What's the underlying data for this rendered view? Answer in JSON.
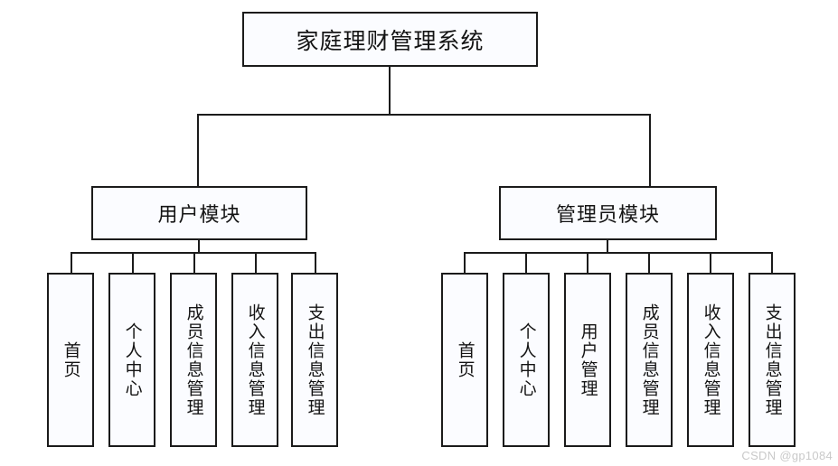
{
  "diagram": {
    "title": "家庭理财管理系统",
    "watermark": "CSDN @gp1084",
    "root": {
      "label": "家庭理财管理系统"
    },
    "modules": [
      {
        "id": "user-module",
        "label": "用户模块",
        "leaves": [
          {
            "id": "user-home",
            "label": "首页"
          },
          {
            "id": "user-personal-center",
            "label": "个人中心"
          },
          {
            "id": "user-member-info-management",
            "label": "成员信息管理"
          },
          {
            "id": "user-income-info-management",
            "label": "收入信息管理"
          },
          {
            "id": "user-expense-info-management",
            "label": "支出信息管理"
          }
        ]
      },
      {
        "id": "admin-module",
        "label": "管理员模块",
        "leaves": [
          {
            "id": "admin-home",
            "label": "首页"
          },
          {
            "id": "admin-personal-center",
            "label": "个人中心"
          },
          {
            "id": "admin-user-management",
            "label": "用户管理"
          },
          {
            "id": "admin-member-info-management",
            "label": "成员信息管理"
          },
          {
            "id": "admin-income-info-management",
            "label": "收入信息管理"
          },
          {
            "id": "admin-expense-info-management",
            "label": "支出信息管理"
          }
        ]
      }
    ],
    "colors": {
      "stroke": "#1b1b1b",
      "box_fill": "#fbfcff",
      "background": "#ffffff",
      "watermark": "#c9c9c9"
    }
  }
}
